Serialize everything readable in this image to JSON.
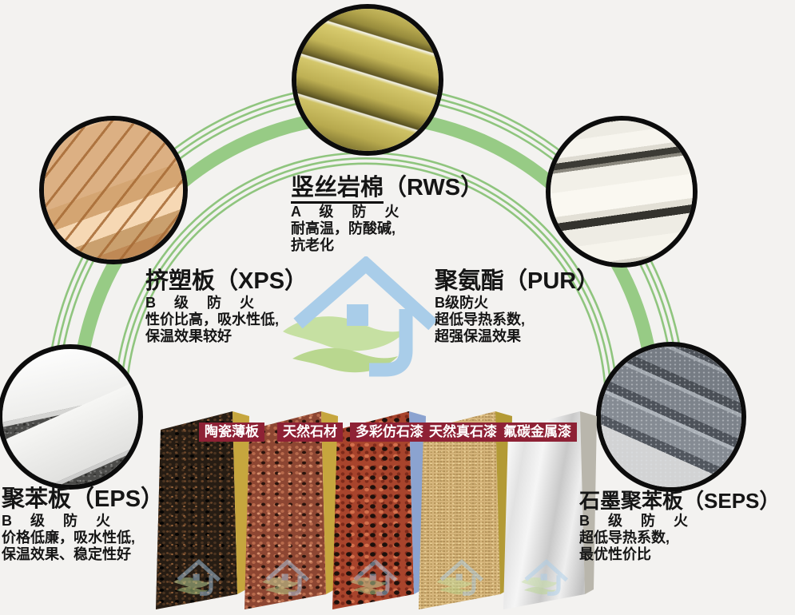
{
  "page": {
    "background": "#f3f2f0"
  },
  "brand": {
    "arc_green": "#8fc57e",
    "arc_band_green": "#97cb85",
    "label_red": "#8e2135",
    "logo_blue": "#a9cde9",
    "logo_leaf_green": "#c6e0a2"
  },
  "materials": [
    {
      "id": "rws",
      "title_main": "竖丝岩棉",
      "title_suffix": "（RWS）",
      "line1": "A 级 防 火",
      "line2": "耐高温，防酸碱,",
      "line3": "抗老化"
    },
    {
      "id": "xps",
      "title_main": "挤塑板",
      "title_suffix": "（XPS）",
      "line1": "B 级 防 火",
      "line2": "性价比高，吸水性低,",
      "line3": "保温效果较好"
    },
    {
      "id": "pur",
      "title_main": "聚氨酯",
      "title_suffix": "（PUR）",
      "line1": "B级防火",
      "line2": "超低导热系数,",
      "line3": "超强保温效果"
    },
    {
      "id": "eps",
      "title_main": "聚苯板",
      "title_suffix": "（EPS）",
      "line1": "B 级 防 火",
      "line2": "价格低廉，吸水性低,",
      "line3": "保温效果、稳定性好"
    },
    {
      "id": "seps",
      "title_main": "石墨聚苯板",
      "title_suffix": "（SEPS）",
      "line1": "B 级 防 火",
      "line2": "超低导热系数,",
      "line3": "最优性价比"
    }
  ],
  "finish_panels": [
    {
      "label": "陶瓷薄板"
    },
    {
      "label": "天然石材"
    },
    {
      "label": "多彩仿石漆"
    },
    {
      "label": "天然真石漆"
    },
    {
      "label": "氟碳金属漆"
    }
  ]
}
